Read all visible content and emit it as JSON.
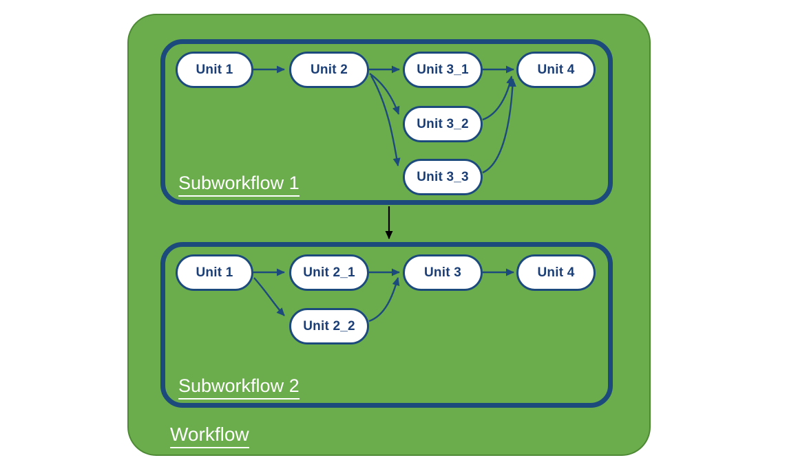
{
  "workflow": {
    "label": "Workflow",
    "subworkflows": [
      {
        "label": "Subworkflow 1",
        "nodes": [
          {
            "label": "Unit 1"
          },
          {
            "label": "Unit 2"
          },
          {
            "label": "Unit 3_1"
          },
          {
            "label": "Unit 3_2"
          },
          {
            "label": "Unit 3_3"
          },
          {
            "label": "Unit 4"
          }
        ],
        "edges": [
          {
            "from": "Unit 1",
            "to": "Unit 2"
          },
          {
            "from": "Unit 2",
            "to": "Unit 3_1"
          },
          {
            "from": "Unit 2",
            "to": "Unit 3_2"
          },
          {
            "from": "Unit 2",
            "to": "Unit 3_3"
          },
          {
            "from": "Unit 3_1",
            "to": "Unit 4"
          },
          {
            "from": "Unit 3_2",
            "to": "Unit 4"
          },
          {
            "from": "Unit 3_3",
            "to": "Unit 4"
          }
        ]
      },
      {
        "label": "Subworkflow 2",
        "nodes": [
          {
            "label": "Unit 1"
          },
          {
            "label": "Unit 2_1"
          },
          {
            "label": "Unit 2_2"
          },
          {
            "label": "Unit 3"
          },
          {
            "label": "Unit 4"
          }
        ],
        "edges": [
          {
            "from": "Unit 1",
            "to": "Unit 2_1"
          },
          {
            "from": "Unit 1",
            "to": "Unit 2_2"
          },
          {
            "from": "Unit 2_1",
            "to": "Unit 3"
          },
          {
            "from": "Unit 2_2",
            "to": "Unit 3"
          },
          {
            "from": "Unit 3",
            "to": "Unit 4"
          }
        ]
      }
    ],
    "connection": {
      "from": "Subworkflow 1",
      "to": "Subworkflow 2"
    }
  },
  "colors": {
    "workflow_green": "#6bac4c",
    "workflow_green_border": "#4e8a35",
    "navy": "#1d4a7d",
    "node_fill": "#ffffff",
    "node_text": "#1a3e75",
    "label_text": "#ffffff",
    "subworkflow_connector": "#000000"
  }
}
